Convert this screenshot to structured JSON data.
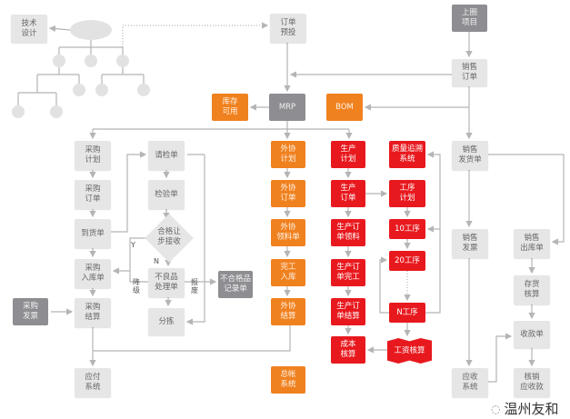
{
  "nodes": {
    "tech_design": "技术\n设计",
    "order_forecast": "订单\n预投",
    "upstream_project": "上圈\n项目",
    "sales_order": "销售\n订单",
    "inventory_available": "库存\n可用",
    "mrp": "MRP",
    "bom": "BOM",
    "purchase_plan": "采购\n计划",
    "inspection_request": "请检单",
    "outsource_plan": "外协\n计划",
    "production_plan": "生产\n计划",
    "quality_trace": "质量追溯\n系统",
    "sales_delivery": "销售\n发货单",
    "purchase_order": "采购\n订单",
    "inspection_form": "检验单",
    "outsource_order": "外协\n订单",
    "production_order": "生产\n订单",
    "process_plan": "工序\n计划",
    "arrival_form": "到货单",
    "qualified_decision": "合格让\n步接收",
    "outsource_material": "外协\n领料单",
    "production_material": "生产订\n单领料",
    "process_10": "10工序",
    "sales_invoice": "销售\n发票",
    "sales_outbound": "销售\n出库单",
    "purchase_inbound": "采购\n入库单",
    "defect_handling": "不良品\n处理单",
    "nonconforming_record": "不合格品\n记录单",
    "completion_inbound": "完工\n入库",
    "production_complete": "生产订\n单完工",
    "process_20": "20工序",
    "inventory_accounting": "存货\n核算",
    "purchase_invoice": "采购\n发票",
    "purchase_settlement": "采购\n结算",
    "sorting": "分拣",
    "outsource_settlement": "外协\n结算",
    "production_settlement": "生产订\n单结算",
    "process_n": "N工序",
    "receipt": "收款单",
    "cost_accounting": "成本\n核算",
    "wage_accounting": "工资核算",
    "payables": "应付\n系统",
    "general_ledger": "总帐\n系统",
    "receivables": "应收\n系统",
    "writeoff_receivables": "核销\n应收款"
  },
  "edge_labels": {
    "yes": "Y",
    "no": "N",
    "downgrade": "降\n级",
    "scrap": "报\n废"
  },
  "watermark": "温州友和",
  "colors": {
    "light": "#e6e6e6",
    "dark": "#8d8d92",
    "orange": "#f0811f",
    "red": "#e8191e",
    "line": "#b5b5b5"
  }
}
